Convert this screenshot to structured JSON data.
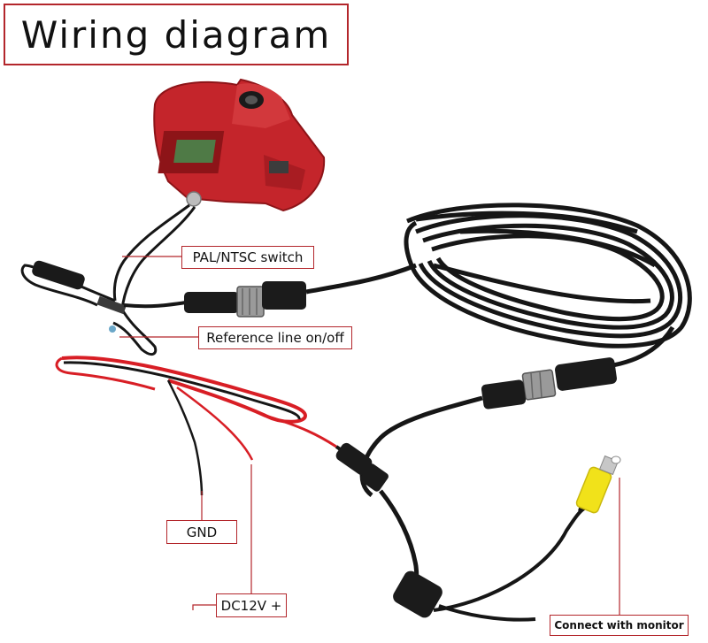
{
  "title": "Wiring diagram",
  "labels": {
    "pal_ntsc": "PAL/NTSC switch",
    "reference_line": "Reference line on/off",
    "gnd": "GND",
    "dc12v": "DC12V +",
    "monitor": "Connect with monitor"
  },
  "colors": {
    "label_border": "#b3262b",
    "camera_body": "#c4252b",
    "cable": "#161616",
    "red_wire": "#d81e25",
    "rca_plug": "#f1e21a"
  },
  "components": [
    "camera-icon",
    "cable-coil-icon",
    "aviation-connector-icon",
    "rca-plug-icon",
    "power-wire-icon"
  ]
}
